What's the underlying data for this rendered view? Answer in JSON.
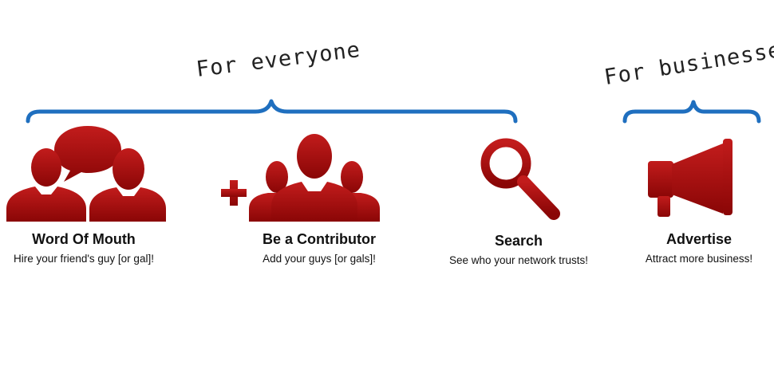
{
  "groups": {
    "everyone_label": "For everyone",
    "business_label": "For businesses"
  },
  "features": {
    "word_of_mouth": {
      "title": "Word Of Mouth",
      "subtitle": "Hire your friend's guy [or gal]!"
    },
    "contributor": {
      "title": "Be a Contributor",
      "subtitle": "Add your guys [or gals]!"
    },
    "search": {
      "title": "Search",
      "subtitle": "See who your network trusts!"
    },
    "advertise": {
      "title": "Advertise",
      "subtitle": "Attract more business!"
    }
  },
  "icons": {
    "word_of_mouth": "people-speech-bubble-icon",
    "contributor": "add-group-icon",
    "search": "magnifier-icon",
    "advertise": "megaphone-icon"
  },
  "colors": {
    "icon_red": "#9b0a0a",
    "bracket_blue": "#1f6fbf",
    "text": "#111111"
  }
}
